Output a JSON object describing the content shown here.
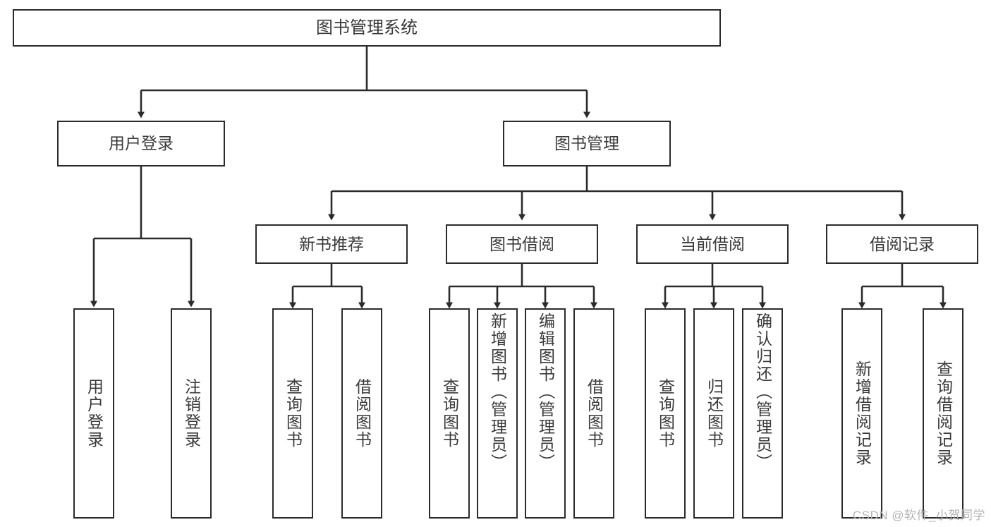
{
  "diagram": {
    "title": "图书管理系统",
    "watermark": "CSDN @软件_小贺同学",
    "colors": {
      "stroke": "#2b2b2b",
      "text": "#3a3a3a",
      "background": "#ffffff",
      "watermark": "#b4b4b4"
    },
    "nodes": {
      "root": "图书管理系统",
      "user_login": "用户登录",
      "book_manage": "图书管理",
      "new_book_recommend": "新书推荐",
      "book_borrow": "图书借阅",
      "current_borrow": "当前借阅",
      "borrow_record": "借阅记录",
      "leaf_user_login": "用户登录",
      "leaf_user_logout": "注销登录",
      "leaf_query_book_1": "查询图书",
      "leaf_borrow_book_1": "借阅图书",
      "leaf_query_book_2": "查询图书",
      "leaf_add_book_admin": "新增图书（管理员）",
      "leaf_edit_book_admin": "编辑图书（管理员）",
      "leaf_borrow_book_2": "借阅图书",
      "leaf_query_book_3": "查询图书",
      "leaf_return_book": "归还图书",
      "leaf_confirm_return_admin": "确认归还（管理员）",
      "leaf_add_borrow_record": "新增借阅记录",
      "leaf_query_borrow_record": "查询借阅记录"
    }
  }
}
